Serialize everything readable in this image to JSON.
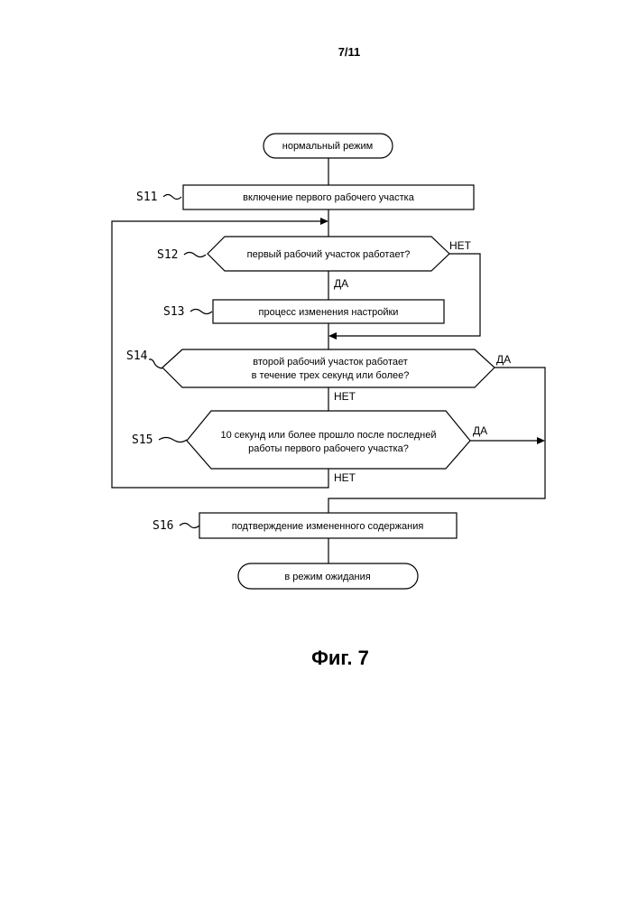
{
  "page_number": "7/11",
  "figure_caption": "Фиг. 7",
  "nodes": {
    "start": "нормальный режим",
    "s11": "включение первого рабочего участка",
    "s12": "первый рабочий участок работает?",
    "s13": "процесс изменения настройки",
    "s14_line1": "второй рабочий участок работает",
    "s14_line2": "в течение трех секунд или более?",
    "s15_line1": "10 секунд или более прошло после последней",
    "s15_line2": "работы первого рабочего участка?",
    "s16": "подтверждение измененного содержания",
    "end": "в режим ожидания"
  },
  "step_labels": {
    "s11": "S11",
    "s12": "S12",
    "s13": "S13",
    "s14": "S14",
    "s15": "S15",
    "s16": "S16"
  },
  "branches": {
    "s12_no": "НЕТ",
    "s12_yes": "ДА",
    "s14_yes": "ДА",
    "s14_no": "НЕТ",
    "s15_yes": "ДА",
    "s15_no": "НЕТ"
  }
}
